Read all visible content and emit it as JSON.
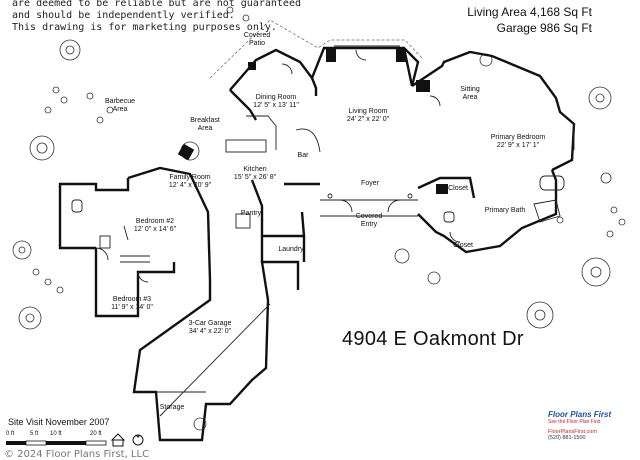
{
  "header": {
    "disclaimer_lines": [
      "are deemed to be reliable but are not guaranteed",
      "and should be independently verified.",
      "This drawing is for marketing purposes only."
    ],
    "living_area": "Living Area 4,168 Sq Ft",
    "garage_area": "Garage 986 Sq Ft"
  },
  "rooms": {
    "covered_patio": [
      "Covered",
      "Patio"
    ],
    "dining_room": [
      "Dining Room",
      "12' 5\" x 13' 11\""
    ],
    "living_room": [
      "Living Room",
      "24' 2\" x 22' 0\""
    ],
    "sitting_area": [
      "Sitting",
      "Area"
    ],
    "primary_bedroom": [
      "Primary Bedroom",
      "22' 9\" x 17' 1\""
    ],
    "barbecue_area": [
      "Barbecue",
      "Area"
    ],
    "breakfast_area": [
      "Breakfast",
      "Area"
    ],
    "bar": [
      "Bar"
    ],
    "kitchen": [
      "Kitchen",
      "15' 5\" x 26' 8\""
    ],
    "family_room": [
      "Family Room",
      "12' 4\" x 20' 9\""
    ],
    "foyer": [
      "Foyer"
    ],
    "covered_entry": [
      "Covered",
      "Entry"
    ],
    "closet_1": [
      "Closet"
    ],
    "closet_2": [
      "Closet"
    ],
    "primary_bath": [
      "Primary Bath"
    ],
    "bedroom_2": [
      "Bedroom #2",
      "12' 0\" x 14' 6\""
    ],
    "pantry": [
      "Pantry"
    ],
    "laundry": [
      "Laundry"
    ],
    "bedroom_3": [
      "Bedroom #3",
      "11' 9\" x 14' 0\""
    ],
    "garage": [
      "3-Car Garage",
      "34' 4\" x 22' 0\""
    ],
    "storage": [
      "Storage"
    ]
  },
  "address": "4904 E Oakmont Dr",
  "site_visit": "Site Visit November 2007",
  "scale": {
    "labels": [
      "0 ft",
      "5 ft",
      "10 ft",
      "20 ft"
    ]
  },
  "copyright": "© 2024 Floor Plans First, LLC",
  "logo": {
    "brand": "Floor Plans First",
    "tagline": "See the Floor Plan First",
    "url": "FloorPlansFirst.com",
    "phone": "(520) 881-1500"
  },
  "colors": {
    "wall": "#111111",
    "accent": "#1b4fa8",
    "logo_red": "#cc2222"
  }
}
